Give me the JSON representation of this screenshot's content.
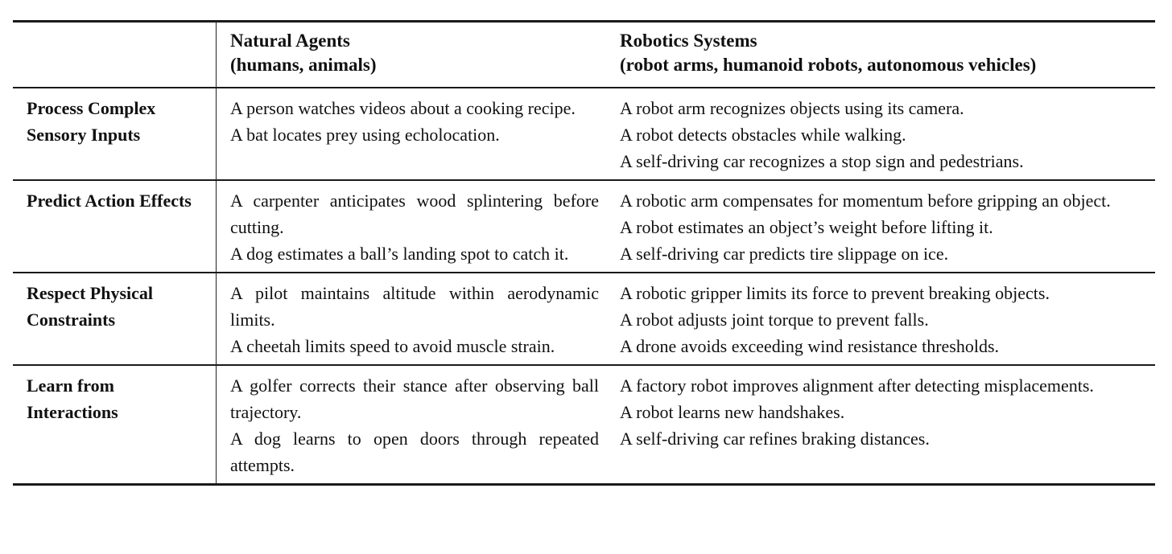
{
  "table": {
    "colors": {
      "background": "#ffffff",
      "text": "#111111",
      "rule": "#1a1a1a"
    },
    "header": {
      "corner": "",
      "natural": {
        "title": "Natural Agents",
        "subtitle": "(humans, animals)"
      },
      "robotics": {
        "title": "Robotics Systems",
        "subtitle": "(robot arms, humanoid robots, autonomous vehicles)"
      }
    },
    "rows": [
      {
        "label": "Process Complex Sensory Inputs",
        "natural": [
          "A person watches videos about a cooking recipe.",
          "A bat locates prey using echolocation."
        ],
        "robotics": [
          "A robot arm recognizes objects using its camera.",
          "A robot detects obstacles while walking.",
          "A self-driving car recognizes a stop sign and pedestrians."
        ]
      },
      {
        "label": "Predict Action Effects",
        "natural": [
          "A carpenter anticipates wood splintering before cutting.",
          "A dog estimates a ball’s landing spot to catch it."
        ],
        "robotics": [
          "A robotic arm compensates for momentum before gripping an object.",
          "A robot estimates an object’s weight before lifting it.",
          "A self-driving car predicts tire slippage on ice."
        ]
      },
      {
        "label": "Respect Physical Constraints",
        "natural": [
          "A pilot maintains altitude within aerodynamic limits.",
          "A cheetah limits speed to avoid muscle strain."
        ],
        "robotics": [
          "A robotic gripper limits its force to prevent breaking objects.",
          "A robot adjusts joint torque to prevent falls.",
          "A drone avoids exceeding wind resistance thresholds."
        ]
      },
      {
        "label": "Learn from Interactions",
        "natural": [
          "A golfer corrects their stance after observing ball trajectory.",
          "A dog learns to open doors through repeated attempts."
        ],
        "robotics": [
          "A factory robot improves alignment after detecting misplacements.",
          "A robot learns new handshakes.",
          "A self-driving car refines braking distances."
        ]
      }
    ]
  }
}
